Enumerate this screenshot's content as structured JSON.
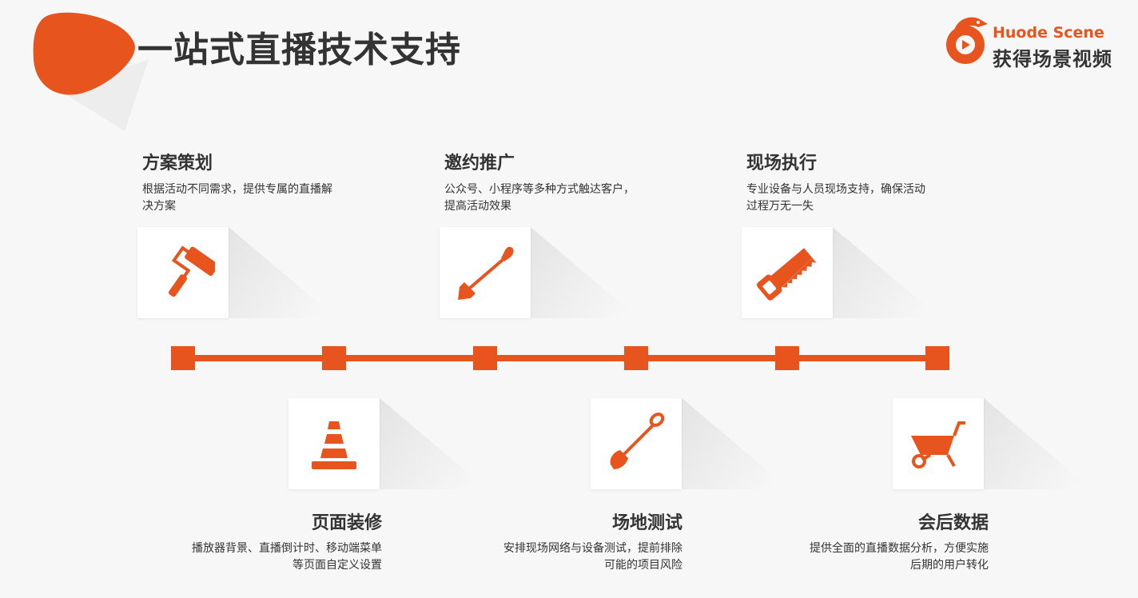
{
  "header": {
    "title": "一站式直播技术支持"
  },
  "logo": {
    "en": "Huode Scene",
    "cn": "获得场景视频"
  },
  "colors": {
    "accent": "#e8541e",
    "text": "#333333",
    "background": "#f7f7f7"
  },
  "stages": [
    {
      "title": "方案策划",
      "desc1": "根据活动不同需求，提供专属的直播解",
      "desc2": "决方案",
      "icon": "paint-roller-icon"
    },
    {
      "title": "页面装修",
      "desc1": "播放器背景、直播倒计时、移动端菜单",
      "desc2": "等页面自定义设置",
      "icon": "traffic-cone-icon"
    },
    {
      "title": "邀约推广",
      "desc1": "公众号、小程序等多种方式触达客户，",
      "desc2": "提高活动效果",
      "icon": "trowel-icon"
    },
    {
      "title": "场地测试",
      "desc1": "安排现场网络与设备测试，提前排除",
      "desc2": "可能的项目风险",
      "icon": "shovel-icon"
    },
    {
      "title": "现场执行",
      "desc1": "专业设备与人员现场支持，确保活动",
      "desc2": "过程万无一失",
      "icon": "hand-saw-icon"
    },
    {
      "title": "会后数据",
      "desc1": "提供全面的直播数据分析，方便实施",
      "desc2": "后期的用户转化",
      "icon": "wheelbarrow-icon"
    }
  ]
}
